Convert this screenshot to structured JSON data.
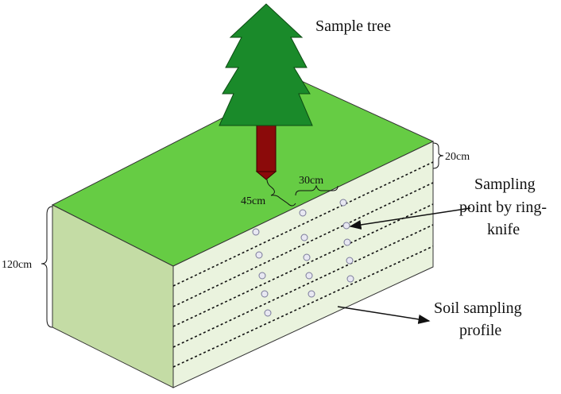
{
  "labels": {
    "sample_tree": "Sample tree",
    "depth_layer": "20cm",
    "spacing_horizontal": "30cm",
    "spacing_from_tree": "45cm",
    "sampling_point_line1": "Sampling",
    "sampling_point_line2": "point by ring-",
    "sampling_point_line3": "knife",
    "total_depth": "120cm",
    "profile_line1": "Soil sampling",
    "profile_line2": "profile"
  },
  "colors": {
    "top_surface": "#66cc44",
    "front_face": "#c4dca5",
    "profile_face": "#eaf3de",
    "tree_crown": "#1a8a2a",
    "tree_trunk": "#8b0a0a",
    "outline": "#222222",
    "sample_point": "#b0b0c8"
  },
  "sampling_profile": {
    "layer_count": 6,
    "layer_thickness_cm": 20,
    "total_depth_cm": 120,
    "point_spacing_cm": 30,
    "distance_from_tree_cm": 45
  }
}
